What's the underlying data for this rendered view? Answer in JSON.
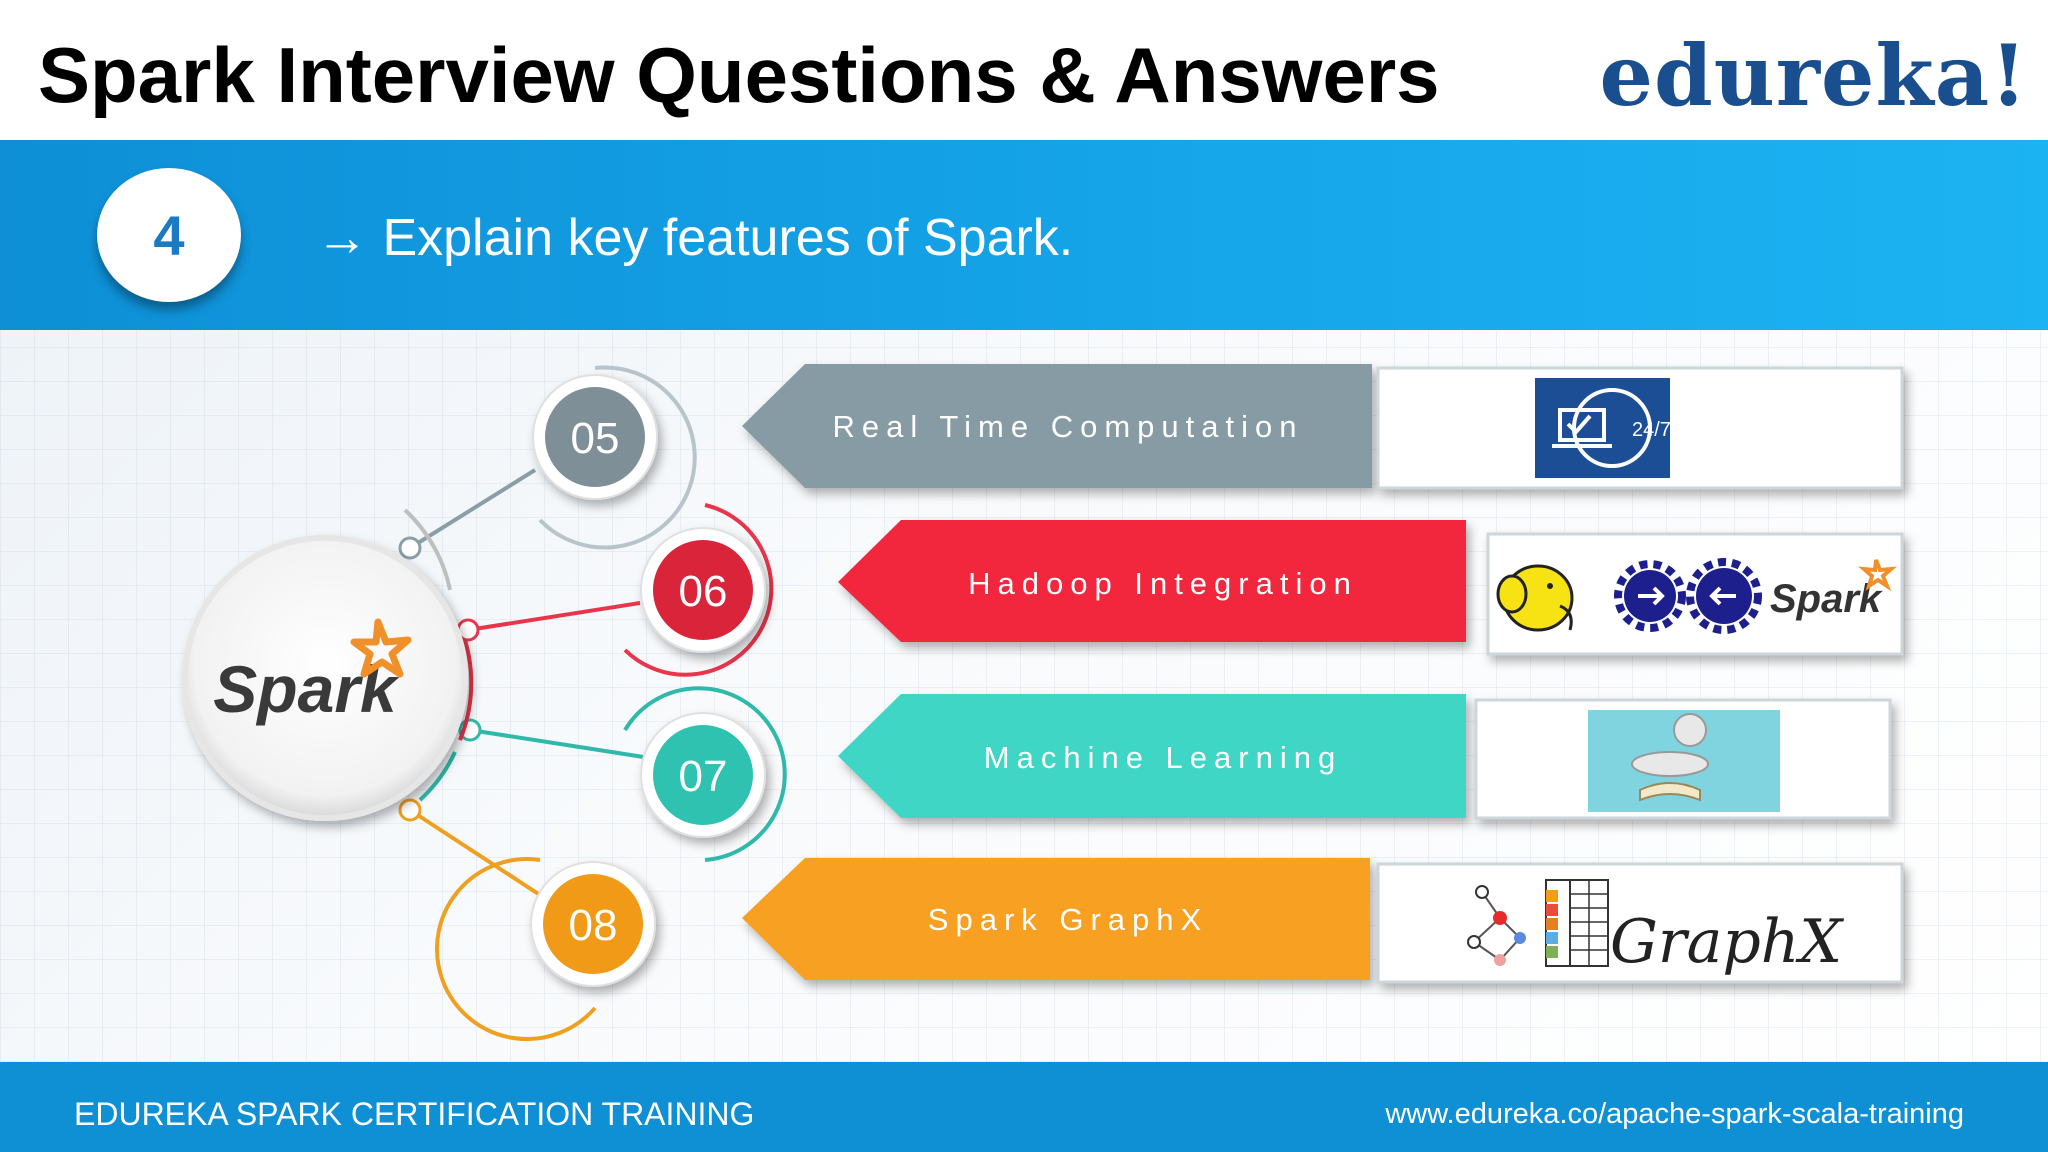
{
  "header": {
    "title": "Spark Interview Questions & Answers",
    "brand": "edureka!"
  },
  "question": {
    "number": "4",
    "arrow": "→",
    "text": "Explain key features of Spark."
  },
  "hub": {
    "logo_text": "Spark"
  },
  "features": [
    {
      "num": "05",
      "label": "Real Time Computation",
      "color": "#8a9ea8",
      "icon": "24-7-laptop-icon"
    },
    {
      "num": "06",
      "label": "Hadoop Integration",
      "color": "#f0283f",
      "icon": "hadoop-spark-icon",
      "icon_text": "Spark"
    },
    {
      "num": "07",
      "label": "Machine Learning",
      "color": "#3fd3c2",
      "icon": "robot-reading-icon"
    },
    {
      "num": "08",
      "label": "Spark GraphX",
      "color": "#f7a020",
      "icon": "graphx-icon",
      "icon_text": "GraphX"
    }
  ],
  "footer": {
    "left": "EDUREKA SPARK CERTIFICATION TRAINING",
    "right": "www.edureka.co/apache-spark-scala-training"
  }
}
